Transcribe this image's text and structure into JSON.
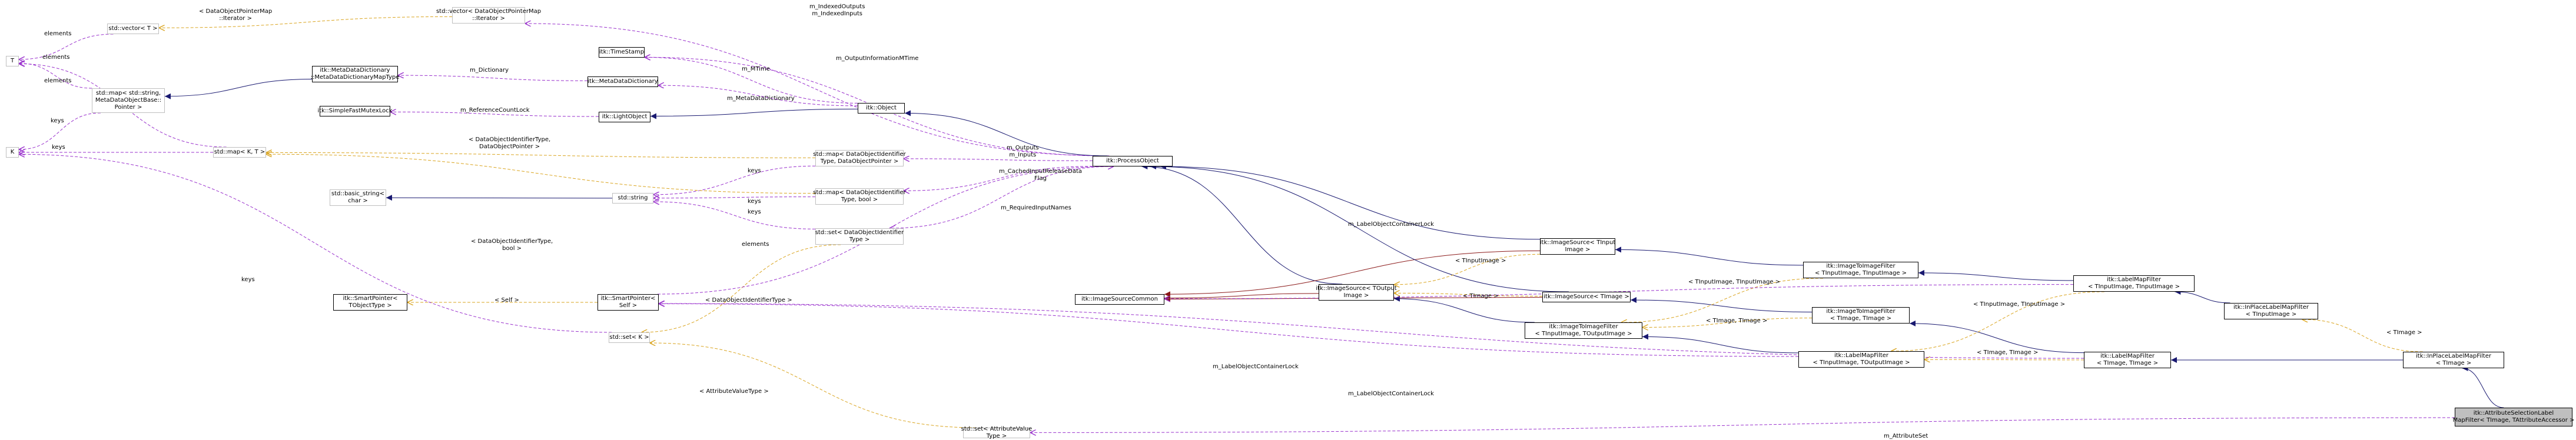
{
  "colors": {
    "inheritance": "#191970",
    "private_inheritance": "#8b1a1a",
    "usage": "#9a32cd",
    "template": "#daa520",
    "grey_border": "#bfbfbf",
    "highlight_fill": "#bfbfbf"
  },
  "nodes": [
    {
      "id": "vector_dopi",
      "lines": [
        "std::vector< DataObjectPointerMap",
        "::Iterator >"
      ],
      "style": "grey"
    },
    {
      "id": "vector_T",
      "lines": [
        "std::vector< T >"
      ],
      "style": "grey"
    },
    {
      "id": "T",
      "lines": [
        "T"
      ],
      "style": "grey"
    },
    {
      "id": "map_dict",
      "lines": [
        "std::map< std::string,",
        "MetaDataObjectBase::",
        "Pointer >"
      ],
      "style": "grey"
    },
    {
      "id": "K",
      "lines": [
        "K"
      ],
      "style": "grey"
    },
    {
      "id": "map_KT",
      "lines": [
        "std::map< K, T >"
      ],
      "style": "grey"
    },
    {
      "id": "mdd_map_type",
      "lines": [
        "itk::MetaDataDictionary",
        "::MetaDataDictionaryMapType"
      ],
      "style": "normal"
    },
    {
      "id": "simple_mutex",
      "lines": [
        "itk::SimpleFastMutexLock"
      ],
      "style": "normal"
    },
    {
      "id": "timestamp",
      "lines": [
        "itk::TimeStamp"
      ],
      "style": "normal"
    },
    {
      "id": "mdd",
      "lines": [
        "itk::MetaDataDictionary"
      ],
      "style": "normal"
    },
    {
      "id": "light_object",
      "lines": [
        "itk::LightObject"
      ],
      "style": "normal"
    },
    {
      "id": "object",
      "lines": [
        "itk::Object"
      ],
      "style": "normal"
    },
    {
      "id": "basic_string",
      "lines": [
        "std::basic_string<",
        "char >"
      ],
      "style": "grey"
    },
    {
      "id": "string",
      "lines": [
        "std::string"
      ],
      "style": "grey"
    },
    {
      "id": "map_doi_dop",
      "lines": [
        "std::map< DataObjectIdentifier",
        "Type, DataObjectPointer >"
      ],
      "style": "grey"
    },
    {
      "id": "map_doi_bool",
      "lines": [
        "std::map< DataObjectIdentifier",
        "Type, bool >"
      ],
      "style": "grey"
    },
    {
      "id": "set_doi",
      "lines": [
        "std::set< DataObjectIdentifier",
        "Type >"
      ],
      "style": "grey"
    },
    {
      "id": "process_object",
      "lines": [
        "itk::ProcessObject"
      ],
      "style": "normal"
    },
    {
      "id": "smart_ptr_T",
      "lines": [
        "itk::SmartPointer<",
        "TObjectType >"
      ],
      "style": "normal"
    },
    {
      "id": "smart_ptr_self",
      "lines": [
        "itk::SmartPointer<",
        "Self >"
      ],
      "style": "normal"
    },
    {
      "id": "set_K",
      "lines": [
        "std::set< K >"
      ],
      "style": "grey"
    },
    {
      "id": "set_attr",
      "lines": [
        "std::set< AttributeValue",
        "Type >"
      ],
      "style": "grey"
    },
    {
      "id": "image_source_common",
      "lines": [
        "itk::ImageSourceCommon"
      ],
      "style": "normal"
    },
    {
      "id": "image_source_out",
      "lines": [
        "itk::ImageSource< TOutput",
        "Image >"
      ],
      "style": "normal"
    },
    {
      "id": "image_source_in",
      "lines": [
        "itk::ImageSource< TInput",
        "Image >"
      ],
      "style": "normal"
    },
    {
      "id": "image_source_T",
      "lines": [
        "itk::ImageSource< TImage >"
      ],
      "style": "normal"
    },
    {
      "id": "itif_in_out",
      "lines": [
        "itk::ImageToImageFilter",
        "< TInputImage, TOutputImage >"
      ],
      "style": "normal"
    },
    {
      "id": "itif_in_in",
      "lines": [
        "itk::ImageToImageFilter",
        "< TInputImage, TInputImage >"
      ],
      "style": "normal"
    },
    {
      "id": "itif_T_T",
      "lines": [
        "itk::ImageToImageFilter",
        "< TImage, TImage >"
      ],
      "style": "normal"
    },
    {
      "id": "lmf_in_out",
      "lines": [
        "itk::LabelMapFilter",
        "< TInputImage, TOutputImage >"
      ],
      "style": "normal"
    },
    {
      "id": "lmf_in_in",
      "lines": [
        "itk::LabelMapFilter",
        "< TInputImage, TInputImage >"
      ],
      "style": "normal"
    },
    {
      "id": "lmf_T_T",
      "lines": [
        "itk::LabelMapFilter",
        "< TImage, TImage >"
      ],
      "style": "normal"
    },
    {
      "id": "iplmf_in",
      "lines": [
        "itk::InPlaceLabelMapFilter",
        "< TInputImage >"
      ],
      "style": "normal"
    },
    {
      "id": "iplmf_T",
      "lines": [
        "itk::InPlaceLabelMapFilter",
        "< TImage >"
      ],
      "style": "normal"
    },
    {
      "id": "asl",
      "lines": [
        "itk::AttributeSelectionLabel",
        "MapFilter< TImage, TAttributeAccessor >"
      ],
      "style": "highlight"
    }
  ],
  "edge_labels": [
    {
      "id": "lbl_elements_vec",
      "lines": [
        "elements"
      ]
    },
    {
      "id": "lbl_dopi_iterator",
      "lines": [
        "< DataObjectPointerMap",
        "::Iterator >"
      ]
    },
    {
      "id": "lbl_elements_map",
      "lines": [
        "elements"
      ]
    },
    {
      "id": "lbl_keys_dict",
      "lines": [
        "keys"
      ]
    },
    {
      "id": "lbl_keys_K",
      "lines": [
        "keys"
      ]
    },
    {
      "id": "lbl_elements_KT",
      "lines": [
        "elements"
      ]
    },
    {
      "id": "lbl_m_dictionary",
      "lines": [
        "m_Dictionary"
      ]
    },
    {
      "id": "lbl_ref_count",
      "lines": [
        "m_ReferenceCountLock"
      ]
    },
    {
      "id": "lbl_mtime",
      "lines": [
        "m_MTime"
      ]
    },
    {
      "id": "lbl_mdd",
      "lines": [
        "m_MetaDataDictionary"
      ]
    },
    {
      "id": "lbl_indexed",
      "lines": [
        "m_IndexedOutputs",
        "m_IndexedInputs"
      ]
    },
    {
      "id": "lbl_output_mtime",
      "lines": [
        "m_OutputInformationMTime"
      ]
    },
    {
      "id": "lbl_dop_tpl",
      "lines": [
        "< DataObjectIdentifierType,",
        "DataObjectPointer >"
      ]
    },
    {
      "id": "lbl_keys1",
      "lines": [
        "keys"
      ]
    },
    {
      "id": "lbl_keys2",
      "lines": [
        "keys"
      ]
    },
    {
      "id": "lbl_keys3",
      "lines": [
        "keys"
      ]
    },
    {
      "id": "lbl_outputs_inputs",
      "lines": [
        "m_Outputs",
        "m_Inputs"
      ]
    },
    {
      "id": "lbl_cached",
      "lines": [
        "m_CachedInputReleaseData",
        "Flag"
      ]
    },
    {
      "id": "lbl_required",
      "lines": [
        "m_RequiredInputNames"
      ]
    },
    {
      "id": "lbl_doi_bool_tpl",
      "lines": [
        "< DataObjectIdentifierType,",
        "bool >"
      ]
    },
    {
      "id": "lbl_elements_set",
      "lines": [
        "elements"
      ]
    },
    {
      "id": "lbl_keys_left",
      "lines": [
        "keys"
      ]
    },
    {
      "id": "lbl_self",
      "lines": [
        "< Self >"
      ]
    },
    {
      "id": "lbl_doi_type",
      "lines": [
        "< DataObjectIdentifierType >"
      ]
    },
    {
      "id": "lbl_attr_type",
      "lines": [
        "< AttributeValueType >"
      ]
    },
    {
      "id": "lbl_tinput_image",
      "lines": [
        "< TInputImage >"
      ]
    },
    {
      "id": "lbl_timage",
      "lines": [
        "< TImage >"
      ]
    },
    {
      "id": "lbl_tin_tin",
      "lines": [
        "< TInputImage, TInputImage >"
      ]
    },
    {
      "id": "lbl_timage_timage",
      "lines": [
        "< TImage, TImage >"
      ]
    },
    {
      "id": "lbl_lock_top",
      "lines": [
        "m_LabelObjectContainerLock"
      ]
    },
    {
      "id": "lbl_lock_mid",
      "lines": [
        "m_LabelObjectContainerLock"
      ]
    },
    {
      "id": "lbl_lock_bottom",
      "lines": [
        "m_LabelObjectContainerLock"
      ]
    },
    {
      "id": "lbl_tin_tin_2",
      "lines": [
        "< TInputImage, TInputImage >"
      ]
    },
    {
      "id": "lbl_timage_timage_2",
      "lines": [
        "< TImage, TImage >"
      ]
    },
    {
      "id": "lbl_timage_right",
      "lines": [
        "< TImage >"
      ]
    },
    {
      "id": "lbl_attribute_set",
      "lines": [
        "m_AttributeSet"
      ]
    }
  ],
  "edges": [
    {
      "from": "vector_dopi",
      "to": "vector_T",
      "kind": "template"
    },
    {
      "from": "vector_T",
      "to": "T",
      "kind": "usage"
    },
    {
      "from": "map_dict",
      "to": "T",
      "kind": "usage"
    },
    {
      "from": "map_dict",
      "to": "K",
      "kind": "usage"
    },
    {
      "from": "map_KT",
      "to": "K",
      "kind": "usage"
    },
    {
      "from": "map_KT",
      "to": "T",
      "kind": "usage"
    },
    {
      "from": "mdd_map_type",
      "to": "map_dict",
      "kind": "inheritance"
    },
    {
      "from": "mdd",
      "to": "mdd_map_type",
      "kind": "usage"
    },
    {
      "from": "light_object",
      "to": "simple_mutex",
      "kind": "usage"
    },
    {
      "from": "object",
      "to": "timestamp",
      "kind": "usage"
    },
    {
      "from": "object",
      "to": "mdd",
      "kind": "usage"
    },
    {
      "from": "object",
      "to": "light_object",
      "kind": "inheritance"
    },
    {
      "from": "process_object",
      "to": "vector_dopi",
      "kind": "usage"
    },
    {
      "from": "process_object",
      "to": "timestamp",
      "kind": "usage"
    },
    {
      "from": "process_object",
      "to": "object",
      "kind": "inheritance"
    },
    {
      "from": "process_object",
      "to": "map_doi_dop",
      "kind": "usage"
    },
    {
      "from": "process_object",
      "to": "map_doi_bool",
      "kind": "usage"
    },
    {
      "from": "process_object",
      "to": "set_doi",
      "kind": "usage"
    },
    {
      "from": "map_doi_dop",
      "to": "map_KT",
      "kind": "template"
    },
    {
      "from": "map_doi_dop",
      "to": "string",
      "kind": "usage"
    },
    {
      "from": "map_doi_bool",
      "to": "map_KT",
      "kind": "template"
    },
    {
      "from": "map_doi_bool",
      "to": "string",
      "kind": "usage"
    },
    {
      "from": "set_doi",
      "to": "string",
      "kind": "usage"
    },
    {
      "from": "set_doi",
      "to": "set_K",
      "kind": "template"
    },
    {
      "from": "string",
      "to": "basic_string",
      "kind": "inheritance"
    },
    {
      "from": "smart_ptr_self",
      "to": "smart_ptr_T",
      "kind": "template"
    },
    {
      "from": "set_K",
      "to": "K",
      "kind": "usage"
    },
    {
      "from": "set_attr",
      "to": "set_K",
      "kind": "template"
    },
    {
      "from": "image_source_out",
      "to": "process_object",
      "kind": "inheritance"
    },
    {
      "from": "image_source_out",
      "to": "image_source_common",
      "kind": "private_inheritance"
    },
    {
      "from": "image_source_in",
      "to": "process_object",
      "kind": "inheritance"
    },
    {
      "from": "image_source_in",
      "to": "image_source_common",
      "kind": "private_inheritance"
    },
    {
      "from": "image_source_T",
      "to": "process_object",
      "kind": "inheritance"
    },
    {
      "from": "image_source_T",
      "to": "image_source_common",
      "kind": "private_inheritance"
    },
    {
      "from": "image_source_in",
      "to": "image_source_out",
      "kind": "template"
    },
    {
      "from": "image_source_T",
      "to": "image_source_out",
      "kind": "template"
    },
    {
      "from": "itif_in_out",
      "to": "image_source_out",
      "kind": "inheritance"
    },
    {
      "from": "itif_in_in",
      "to": "image_source_in",
      "kind": "inheritance"
    },
    {
      "from": "itif_T_T",
      "to": "image_source_T",
      "kind": "inheritance"
    },
    {
      "from": "itif_in_in",
      "to": "itif_in_out",
      "kind": "template"
    },
    {
      "from": "itif_T_T",
      "to": "itif_in_out",
      "kind": "template"
    },
    {
      "from": "lmf_in_out",
      "to": "itif_in_out",
      "kind": "inheritance"
    },
    {
      "from": "lmf_in_in",
      "to": "itif_in_in",
      "kind": "inheritance"
    },
    {
      "from": "lmf_T_T",
      "to": "itif_T_T",
      "kind": "inheritance"
    },
    {
      "from": "lmf_in_in",
      "to": "lmf_in_out",
      "kind": "template"
    },
    {
      "from": "lmf_T_T",
      "to": "lmf_in_out",
      "kind": "template"
    },
    {
      "from": "lmf_in_out",
      "to": "smart_ptr_self",
      "kind": "usage"
    },
    {
      "from": "lmf_in_in",
      "to": "image_source_common",
      "kind": "usage"
    },
    {
      "from": "lmf_T_T",
      "to": "smart_ptr_self",
      "kind": "usage"
    },
    {
      "from": "iplmf_in",
      "to": "lmf_in_in",
      "kind": "inheritance"
    },
    {
      "from": "iplmf_T",
      "to": "lmf_T_T",
      "kind": "inheritance"
    },
    {
      "from": "iplmf_T",
      "to": "iplmf_in",
      "kind": "template"
    },
    {
      "from": "asl",
      "to": "iplmf_T",
      "kind": "inheritance"
    },
    {
      "from": "asl",
      "to": "set_attr",
      "kind": "usage"
    },
    {
      "from": "smart_ptr_self",
      "to": "process_object",
      "kind": "usage"
    }
  ]
}
